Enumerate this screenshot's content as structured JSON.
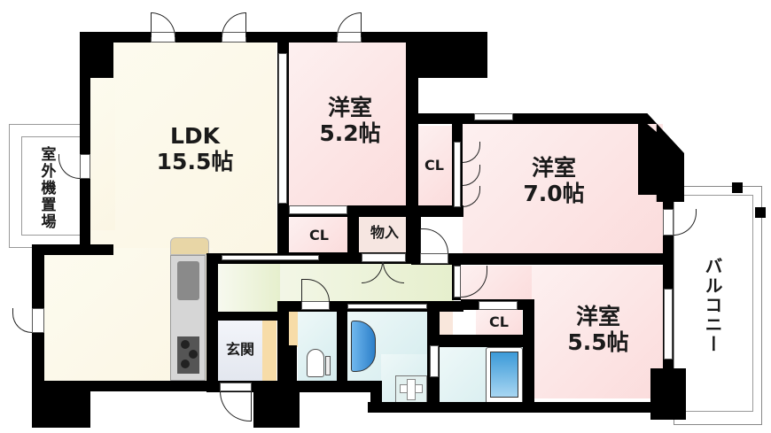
{
  "floorplan": {
    "rooms": {
      "ldk": {
        "name": "LDK",
        "size": "15.5帖"
      },
      "western_a": {
        "name": "洋室",
        "size": "5.2帖"
      },
      "western_b": {
        "name": "洋室",
        "size": "7.0帖"
      },
      "western_c": {
        "name": "洋室",
        "size": "5.5帖"
      },
      "closet_a": {
        "label": "CL"
      },
      "closet_b": {
        "label": "CL"
      },
      "closet_c": {
        "label": "CL"
      },
      "storage": {
        "label": "物入"
      },
      "entrance": {
        "label": "玄関"
      },
      "balcony": {
        "label": "バルコニー"
      },
      "outdoor_unit": {
        "label": "室外機置場"
      }
    },
    "colors": {
      "wall": "#000000",
      "ldk_floor": "#fbf6e4",
      "bedroom_floor": "#fbdcdc",
      "hall_floor": "#e6efcd",
      "wet_area": "#d4ecee",
      "kitchen_counter": "#d6d6d6",
      "bathtub": "#3a8fd6"
    }
  }
}
